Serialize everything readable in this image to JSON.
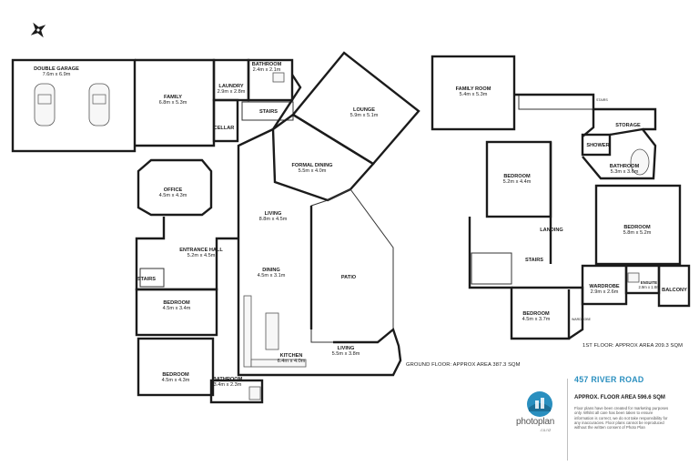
{
  "rooms": {
    "double_garage": {
      "name": "DOUBLE GARAGE",
      "dim": "7.6m x 6.9m"
    },
    "family": {
      "name": "FAMILY",
      "dim": "6.8m x 5.3m"
    },
    "laundry": {
      "name": "LAUNDRY",
      "dim": "2.9m x 2.8m"
    },
    "bathroom_top": {
      "name": "BATHROOM",
      "dim": "2.4m x 2.1m"
    },
    "lounge": {
      "name": "LOUNGE",
      "dim": "5.9m x 5.1m"
    },
    "cellar": {
      "name": "CELLAR"
    },
    "stairs_ground": {
      "name": "STAIRS"
    },
    "formal_dining": {
      "name": "FORMAL DINING",
      "dim": "5.5m x 4.0m"
    },
    "office": {
      "name": "OFFICE",
      "dim": "4.5m x 4.3m"
    },
    "living_main": {
      "name": "LIVING",
      "dim": "8.8m x 4.5m"
    },
    "entrance_hall": {
      "name": "ENTRANCE HALL",
      "dim": "5.2m x 4.5m"
    },
    "stairs_entry": {
      "name": "STAIRS"
    },
    "dining": {
      "name": "DINING",
      "dim": "4.5m x 3.1m"
    },
    "patio": {
      "name": "PATIO"
    },
    "bedroom_g1": {
      "name": "BEDROOM",
      "dim": "4.5m x 3.4m"
    },
    "bedroom_g2": {
      "name": "BEDROOM",
      "dim": "4.5m x 4.3m"
    },
    "bathroom_ground": {
      "name": "BATHROOM",
      "dim": "3.4m x 2.3m"
    },
    "kitchen": {
      "name": "KITCHEN",
      "dim": "6.4m x 4.0m"
    },
    "living_corner": {
      "name": "LIVING",
      "dim": "5.5m x 3.8m"
    },
    "family_room": {
      "name": "FAMILY ROOM",
      "dim": "5.4m x 5.3m"
    },
    "storage": {
      "name": "STORAGE"
    },
    "shower": {
      "name": "SHOWER"
    },
    "bathroom_first": {
      "name": "BATHROOM",
      "dim": "5.3m x 3.6m"
    },
    "bedroom_f1": {
      "name": "BEDROOM",
      "dim": "5.2m x 4.4m"
    },
    "landing": {
      "name": "LANDING"
    },
    "bedroom_f2": {
      "name": "BEDROOM",
      "dim": "5.8m x 5.2m"
    },
    "stairs_first": {
      "name": "STAIRS"
    },
    "wardrobe": {
      "name": "WARDROBE",
      "dim": "2.9m x 2.6m"
    },
    "ensuite": {
      "name": "ENSUITE",
      "dim": "2.9m x 1.8m"
    },
    "balcony": {
      "name": "BALCONY"
    },
    "bedroom_f3": {
      "name": "BEDROOM",
      "dim": "4.5m x 3.7m"
    }
  },
  "small_tags": {
    "stairs_tag": "STAIRS",
    "wardrobe_tag": "WARDROBE"
  },
  "areas": {
    "ground": "GROUND FLOOR: APPROX AREA 387.3 SQM",
    "first": "1ST FLOOR: APPROX AREA 209.3 SQM"
  },
  "brand": {
    "address": "457 RIVER ROAD",
    "total_area": "APPROX. FLOOR AREA 596.6 SQM",
    "disclaimer": "Floor plans have been created for marketing purposes only. Whilst all care has been taken to ensure information is correct, we do not take responsibility for any inaccuracies. Floor plans cannot be reproduced without the written consent of Photo Plan",
    "logo_name": "photoplan",
    "logo_domain": ".co.nz",
    "accent": "#2a8fbf"
  }
}
